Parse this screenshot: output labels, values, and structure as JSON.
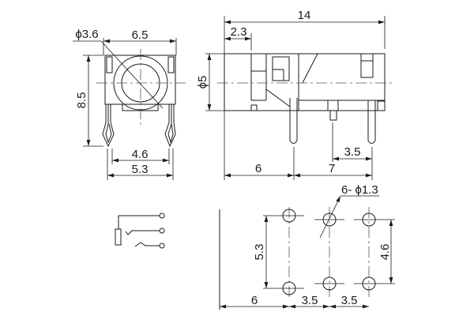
{
  "front_view": {
    "dia_label": "ϕ3.6",
    "width_label": "6.5",
    "height_label": "8.5",
    "pin_inner_label": "4.6",
    "pin_outer_label": "5.3"
  },
  "side_view": {
    "length_label": "14",
    "offset_label": "2.3",
    "dia_label": "ϕ5",
    "pin_pitch_label": "3.5",
    "front_to_pin_label": "6",
    "pin_span_label": "7"
  },
  "footprint": {
    "holes_label": "6- ϕ1.3",
    "row_left_label": "5.3",
    "row_right_label": "4.6",
    "offset_label": "6",
    "pitch1_label": "3.5",
    "pitch2_label": "3.5"
  }
}
